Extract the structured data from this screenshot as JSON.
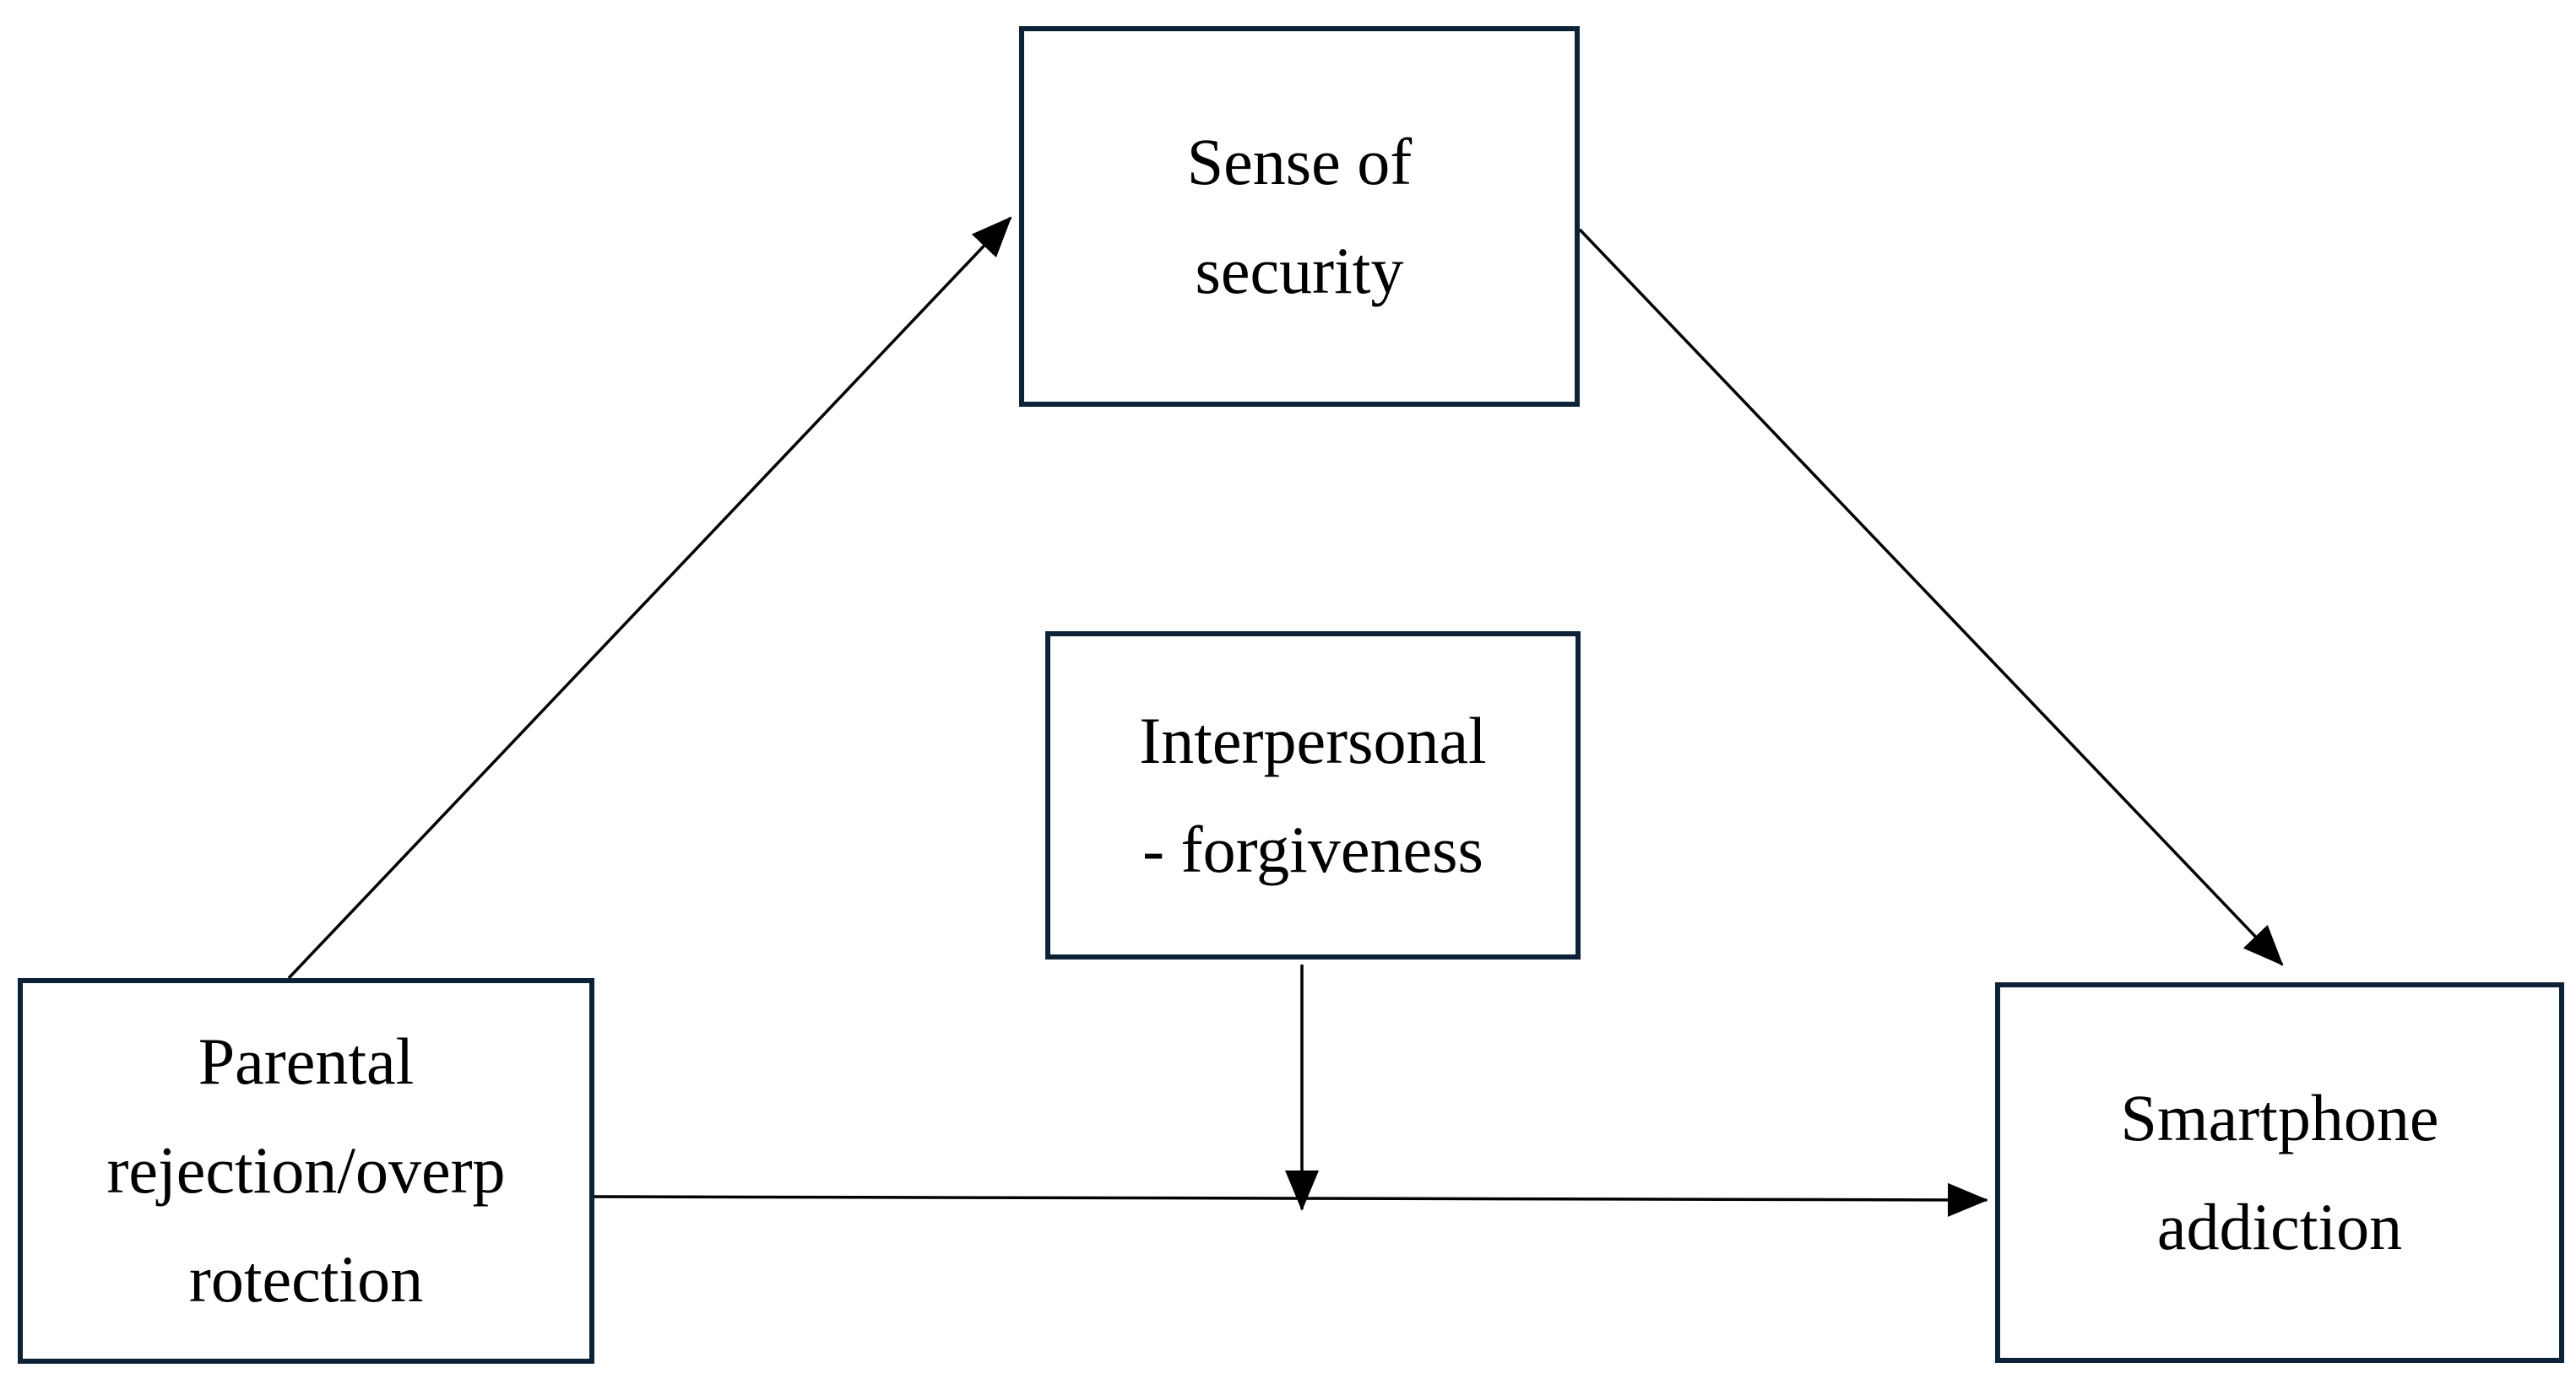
{
  "diagram": {
    "nodes": {
      "security": {
        "lines": [
          "Sense of",
          "security"
        ]
      },
      "forgiveness": {
        "lines": [
          "Interpersonal",
          "- forgiveness"
        ]
      },
      "parental": {
        "lines": [
          "Parental",
          "rejection/overp",
          "rotection"
        ]
      },
      "smartphone": {
        "lines": [
          "Smartphone",
          "addiction"
        ]
      }
    },
    "colors": {
      "border": "#0d2236",
      "arrow": "#000000",
      "background": "#ffffff"
    }
  }
}
